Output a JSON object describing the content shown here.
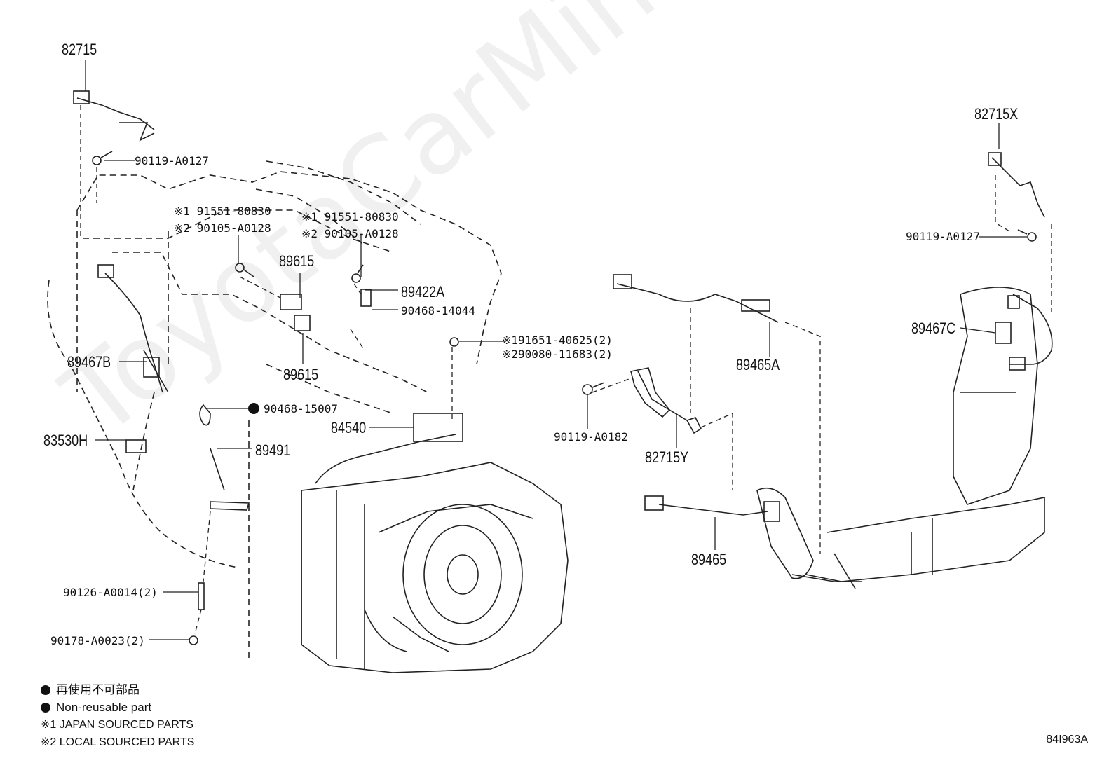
{
  "watermark": "ToyotaCarMine.ru",
  "labels": {
    "p82715": "82715",
    "p90119_a0127_left": "90119-A0127",
    "p91551_1a": "※1 91551-80830",
    "p90105_2a": "※2 90105-A0128",
    "p91551_1b": "※1 91551-80830",
    "p90105_2b": "※2 90105-A0128",
    "p89615a": "89615",
    "p89422a": "89422A",
    "p90468_14044": "90468-14044",
    "p91651": "※191651-40625(2)",
    "p90080": "※290080-11683(2)",
    "p89615b": "89615",
    "p89467b": "89467B",
    "p90468_15007": "90468-15007",
    "p84540": "84540",
    "p83530h": "83530H",
    "p89491": "89491",
    "p90126": "90126-A0014(2)",
    "p90178": "90178-A0023(2)",
    "p90119_a0182": "90119-A0182",
    "p82715y": "82715Y",
    "p89465a": "89465A",
    "p89465": "89465",
    "p82715x": "82715X",
    "p90119_a0127_right": "90119-A0127",
    "p89467c": "89467C"
  },
  "legend": {
    "jp_nonreusable": "再使用不可部品",
    "en_nonreusable": "Non-reusable part",
    "japan_sourced": "※1 JAPAN SOURCED PARTS",
    "local_sourced": "※2 LOCAL SOURCED PARTS"
  },
  "diagram_code": "84I963A"
}
